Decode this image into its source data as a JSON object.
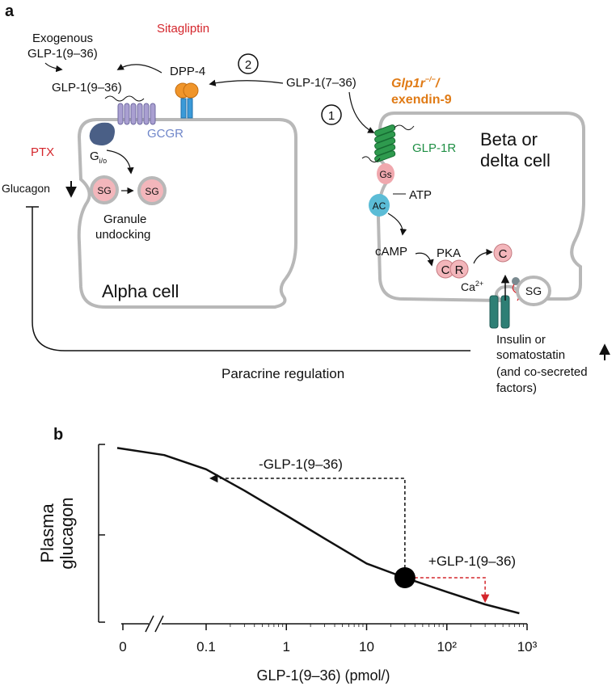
{
  "panel_a": {
    "label": "a",
    "exogenous_line1": "Exogenous",
    "exogenous_line2": "GLP-1(9–36)",
    "sitagliptin": "Sitagliptin",
    "dpp4": "DPP-4",
    "circle2": "②",
    "circle1": "①",
    "glp1_7_36": "GLP-1(7–36)",
    "glp1r_ko": "Glp1r",
    "glp1r_ko_sup": "−/−",
    "glp1r_ko_slash": "/",
    "exendin": "exendin-9",
    "glp1_9_36": "GLP-1(9–36)",
    "gcgr": "GCGR",
    "ptx": "PTX",
    "gio": "G",
    "gio_sub": "i/o",
    "glucagon": "Glucagon",
    "sg": "SG",
    "granule_line1": "Granule",
    "granule_line2": "undocking",
    "alpha_cell": "Alpha cell",
    "beta_line1": "Beta or",
    "beta_line2": "delta cell",
    "glp1r": "GLP-1R",
    "gs": "Gs",
    "atp": "ATP",
    "ac": "AC",
    "camp": "cAMP",
    "pka": "PKA",
    "c": "C",
    "r": "R",
    "ca": "Ca",
    "ca_sup": "2+",
    "insulin_line1": "Insulin or",
    "insulin_line2": "somatostatin",
    "insulin_line3": "(and co-secreted",
    "insulin_line4": "factors)",
    "paracrine": "Paracrine regulation"
  },
  "panel_b": {
    "label": "b"
  },
  "colors": {
    "red": "#d4262c",
    "orange": "#e07b16",
    "green": "#1f8f45",
    "gcgr_blue": "#6f86c9",
    "ac_blue": "#5bbcd6",
    "gs_pink": "#f0a8ae",
    "sg_pink": "#f3b6bb",
    "cell_gray": "#b8b8b8"
  },
  "chart_data": {
    "type": "line",
    "ylabel": "Plasma\nglucagon",
    "xlabel": "GLP-1(9–36) (pmol/)",
    "x_scale": "log",
    "x_ticks": [
      "0",
      "0.1",
      "1",
      "10",
      "10²",
      "10³"
    ],
    "x_tick_values": [
      0,
      0.1,
      1,
      10,
      100,
      1000
    ],
    "x_axis_break": true,
    "y_ticks": 3,
    "series": [
      {
        "x": [
          0.01,
          0.03,
          0.1,
          0.3,
          1,
          3,
          10,
          30,
          100,
          300,
          800
        ],
        "y": [
          0.98,
          0.94,
          0.86,
          0.74,
          0.6,
          0.47,
          0.33,
          0.25,
          0.17,
          0.1,
          0.05
        ]
      }
    ],
    "marker": {
      "x": 30,
      "y": 0.25
    },
    "annotations": [
      {
        "text": "-GLP-1(9–36)",
        "from_x": 30,
        "to_x": 0.1,
        "style": "dashed-black"
      },
      {
        "text": "+GLP-1(9–36)",
        "from_x": 30,
        "to_x": 300,
        "style": "dashed-red"
      }
    ]
  }
}
